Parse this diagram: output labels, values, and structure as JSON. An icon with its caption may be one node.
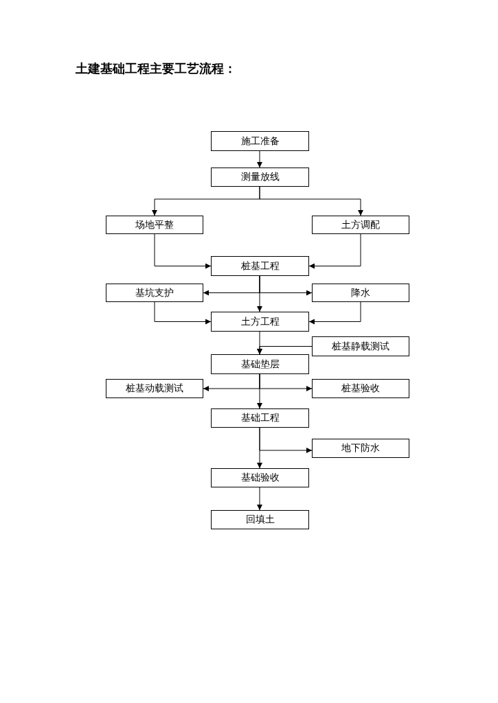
{
  "diagram": {
    "title": "土建基础工程主要工艺流程：",
    "nodes": [
      {
        "text": [
          "施工准备"
        ]
      },
      {
        "text": [
          "测量放线"
        ]
      },
      {
        "text": [
          "场地平整"
        ]
      },
      {
        "text": [
          "土方调配"
        ]
      },
      {
        "text": [
          "桩基工程"
        ]
      },
      {
        "text": [
          "基坑支护"
        ]
      },
      {
        "text": [
          "降水"
        ]
      },
      {
        "text": [
          "土方工程"
        ]
      },
      {
        "text": [
          "桩基静载测试"
        ]
      },
      {
        "text": [
          "基础垫层"
        ]
      },
      {
        "text": [
          "桩基动载测试"
        ]
      },
      {
        "text": [
          "桩基验收"
        ]
      },
      {
        "text": [
          "基础工程"
        ]
      },
      {
        "text": [
          "地下防水"
        ]
      },
      {
        "text": [
          "基础验收"
        ]
      },
      {
        "text": [
          "回填土"
        ]
      }
    ],
    "edges": [
      {
        "from": 0,
        "to": 1,
        "arrow": "to"
      },
      {
        "from": 1,
        "to": 2,
        "arrow": "to"
      },
      {
        "from": 1,
        "to": 3,
        "arrow": "to"
      },
      {
        "from": 2,
        "to": 4,
        "arrow": "to"
      },
      {
        "from": 3,
        "to": 4,
        "arrow": "to"
      },
      {
        "from": 4,
        "to": 5,
        "arrow": "to"
      },
      {
        "from": 4,
        "to": 6,
        "arrow": "to"
      },
      {
        "from": 4,
        "to": 7,
        "arrow": "to"
      },
      {
        "from": 5,
        "to": 7,
        "arrow": "to"
      },
      {
        "from": 6,
        "to": 7,
        "arrow": "to"
      },
      {
        "from": 7,
        "to": 9,
        "arrow": "to"
      },
      {
        "from": 8,
        "to": 9,
        "arrow": "to"
      },
      {
        "from": 9,
        "to": 10,
        "arrow": "to"
      },
      {
        "from": 9,
        "to": 11,
        "arrow": "to"
      },
      {
        "from": 9,
        "to": 12,
        "arrow": "to"
      },
      {
        "from": 12,
        "to": 13,
        "arrow": "to"
      },
      {
        "from": 12,
        "to": 14,
        "arrow": "to"
      },
      {
        "from": 14,
        "to": 15,
        "arrow": "to"
      }
    ]
  }
}
